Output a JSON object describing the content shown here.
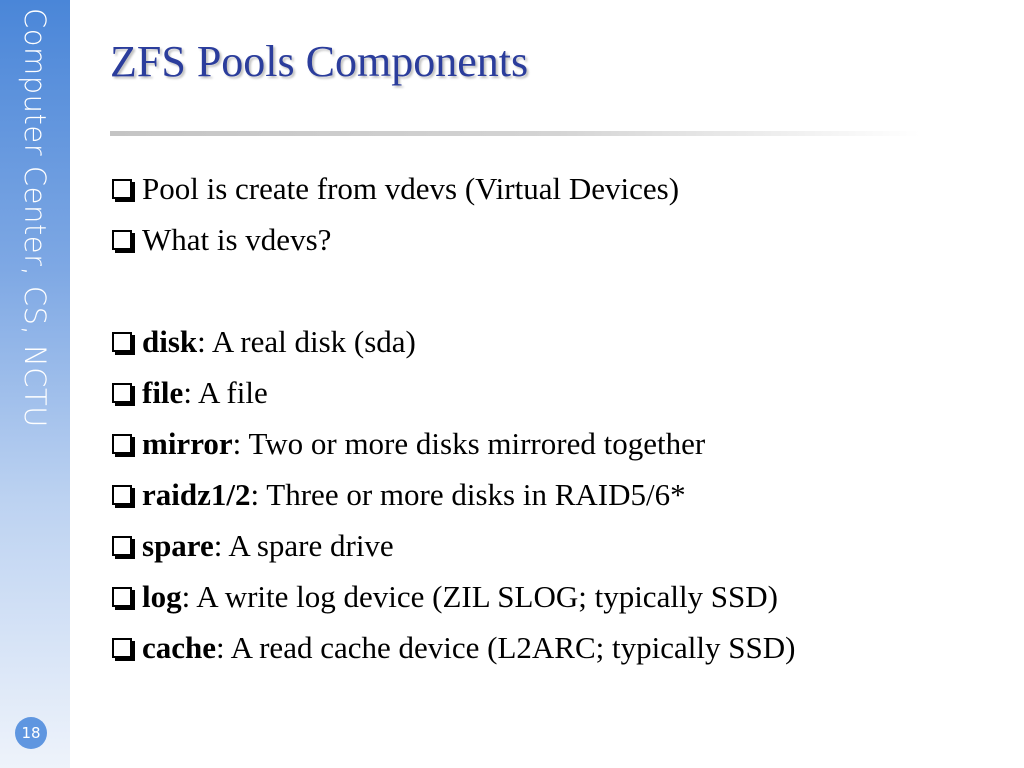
{
  "sidebar": {
    "vertical_text": "Computer Center, CS, NCTU",
    "page_number": "18"
  },
  "slide": {
    "title": "ZFS Pools Components"
  },
  "intro_bullets": [
    {
      "text": "Pool is create from vdevs (Virtual Devices)"
    },
    {
      "text": "What is vdevs?"
    }
  ],
  "vdev_bullets": [
    {
      "term": "disk",
      "desc": ": A real disk (sda)"
    },
    {
      "term": "file",
      "desc": ": A file"
    },
    {
      "term": "mirror",
      "desc": ": Two or more disks mirrored together"
    },
    {
      "term": "raidz1/2",
      "desc": ": Three or more disks in RAID5/6*"
    },
    {
      "term": "spare",
      "desc": ": A spare drive"
    },
    {
      "term": "log",
      "desc": ": A write log device (ZIL SLOG; typically SSD)"
    },
    {
      "term": "cache",
      "desc": ": A read cache device (L2ARC; typically SSD)"
    }
  ],
  "colors": {
    "title": "#2b3d9c",
    "sidebar_top": "#4a86d8",
    "page_badge": "#5f96e0"
  }
}
